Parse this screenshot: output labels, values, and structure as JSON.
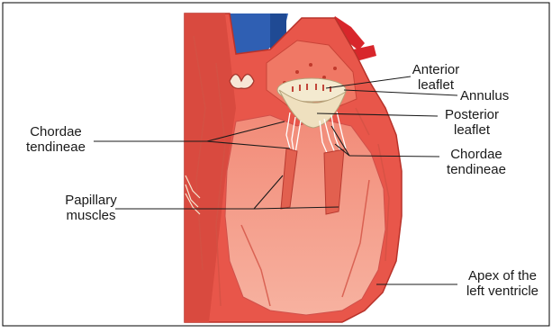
{
  "labels": {
    "anterior_leaflet": [
      "Anterior",
      "leaflet"
    ],
    "annulus": "Annulus",
    "posterior_leaflet": [
      "Posterior",
      "leaflet"
    ],
    "chordae_left": [
      "Chordae",
      "tendineae"
    ],
    "chordae_right": [
      "Chordae",
      "tendineae"
    ],
    "papillary": [
      "Papillary",
      "muscles"
    ],
    "apex": [
      "Apex of the",
      "left ventricle"
    ]
  },
  "colors": {
    "myocardium": "#e8564a",
    "myocardium_dark": "#c0392b",
    "inner_wall": "#f06f5f",
    "chamber": "#f5a08e",
    "aorta_blue": "#2f5fb3",
    "valve": "#f4ead0",
    "tendon": "#ffffff",
    "leader_line": "#1a1a1a"
  }
}
